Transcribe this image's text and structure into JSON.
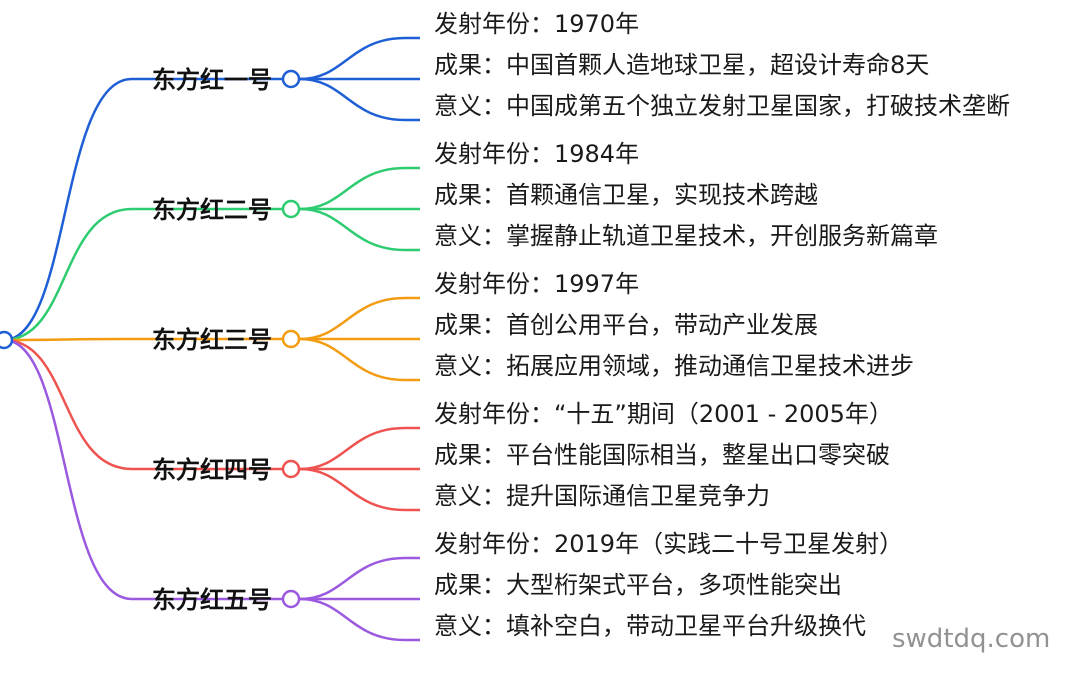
{
  "root": {
    "color": "#1f5fd6"
  },
  "branches": [
    {
      "title": "东方红一号",
      "color": "#1f5fd6",
      "items": [
        "发射年份：1970年",
        "成果：中国首颗人造地球卫星，超设计寿命8天",
        "意义：中国成第五个独立发射卫星国家，打破技术垄断"
      ]
    },
    {
      "title": "东方红二号",
      "color": "#2ecc71",
      "items": [
        "发射年份：1984年",
        "成果：首颗通信卫星，实现技术跨越",
        "意义：掌握静止轨道卫星技术，开创服务新篇章"
      ]
    },
    {
      "title": "东方红三号",
      "color": "#f39c12",
      "items": [
        "发射年份：1997年",
        "成果：首创公用平台，带动产业发展",
        "意义：拓展应用领域，推动通信卫星技术进步"
      ]
    },
    {
      "title": "东方红四号",
      "color": "#ef5350",
      "items": [
        "发射年份：“十五”期间（2001 - 2005年）",
        "成果：平台性能国际相当，整星出口零突破",
        "意义：提升国际通信卫星竞争力"
      ]
    },
    {
      "title": "东方红五号",
      "color": "#9b59e0",
      "items": [
        "发射年份：2019年（实践二十号卫星发射）",
        "成果：大型桁架式平台，多项性能突出",
        "意义：填补空白，带动卫星平台升级换代"
      ]
    }
  ],
  "watermark": "swdtdq.com"
}
